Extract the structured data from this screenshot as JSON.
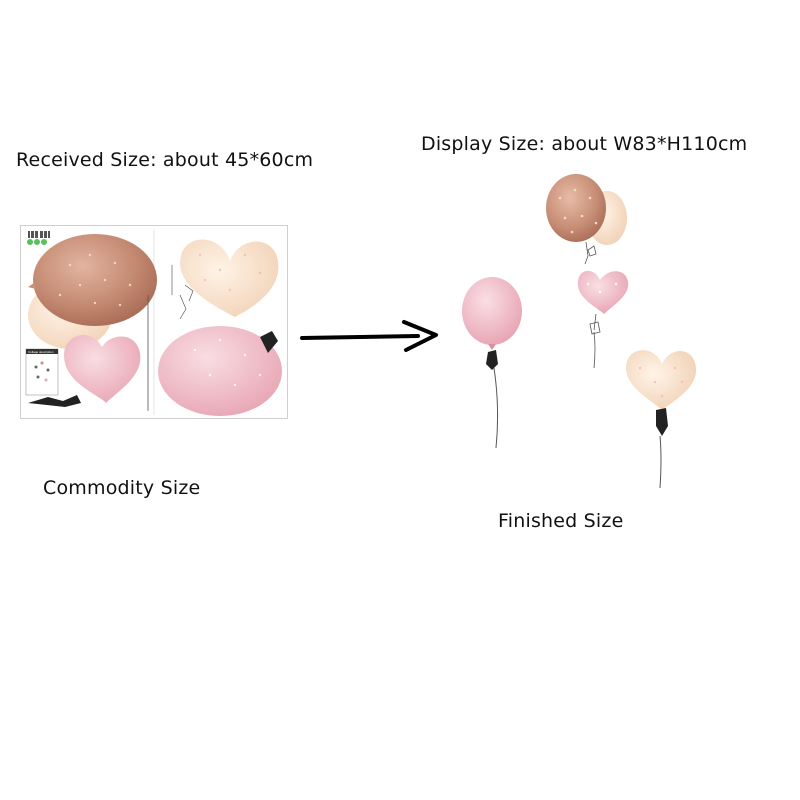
{
  "labels": {
    "received": "Received Size: about 45*60cm",
    "display": "Display Size: about W83*H110cm",
    "commodity": "Commodity Size",
    "finished": "Finished Size"
  },
  "sheet": {
    "insert_title": "Collage description"
  },
  "colors": {
    "brown_balloon": "#c98f78",
    "cream_balloon": "#f6dcc4",
    "pink_balloon": "#eeb8c2",
    "ribbon": "#222222",
    "arrow": "#000000"
  },
  "icons": [
    "barcode-icon",
    "arrow-right-icon"
  ]
}
